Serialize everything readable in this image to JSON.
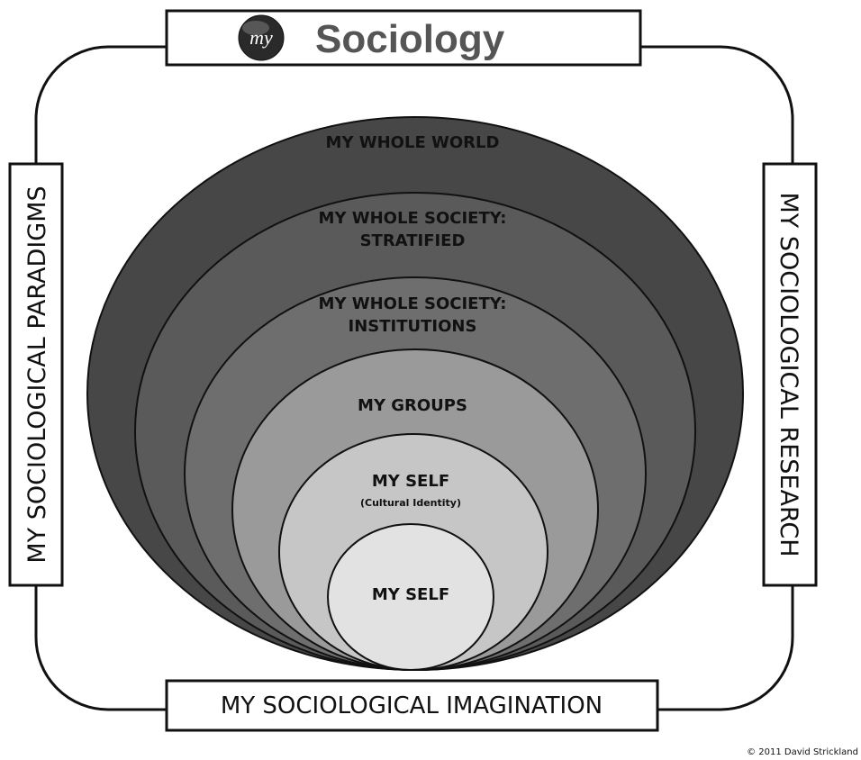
{
  "header": {
    "logo_text": "my",
    "title": "Sociology"
  },
  "left_label": "MY SOCIOLOGICAL PARADIGMS",
  "right_label": "MY SOCIOLOGICAL RESEARCH",
  "bottom_label": "MY SOCIOLOGICAL IMAGINATION",
  "rings": [
    {
      "line1": "MY WHOLE WORLD",
      "line2": "",
      "color": "#474747"
    },
    {
      "line1": "MY WHOLE SOCIETY:",
      "line2": "STRATIFIED",
      "color": "#5a5a5a"
    },
    {
      "line1": "MY WHOLE SOCIETY:",
      "line2": "INSTITUTIONS",
      "color": "#6e6e6e"
    },
    {
      "line1": "MY GROUPS",
      "line2": "",
      "color": "#9a9a9a"
    },
    {
      "line1": "MY SELF",
      "line2": "(Cultural Identity)",
      "color": "#c6c6c6"
    },
    {
      "line1": "MY SELF",
      "line2": "",
      "color": "#e2e2e2"
    }
  ],
  "copyright": "© 2011 David Strickland"
}
